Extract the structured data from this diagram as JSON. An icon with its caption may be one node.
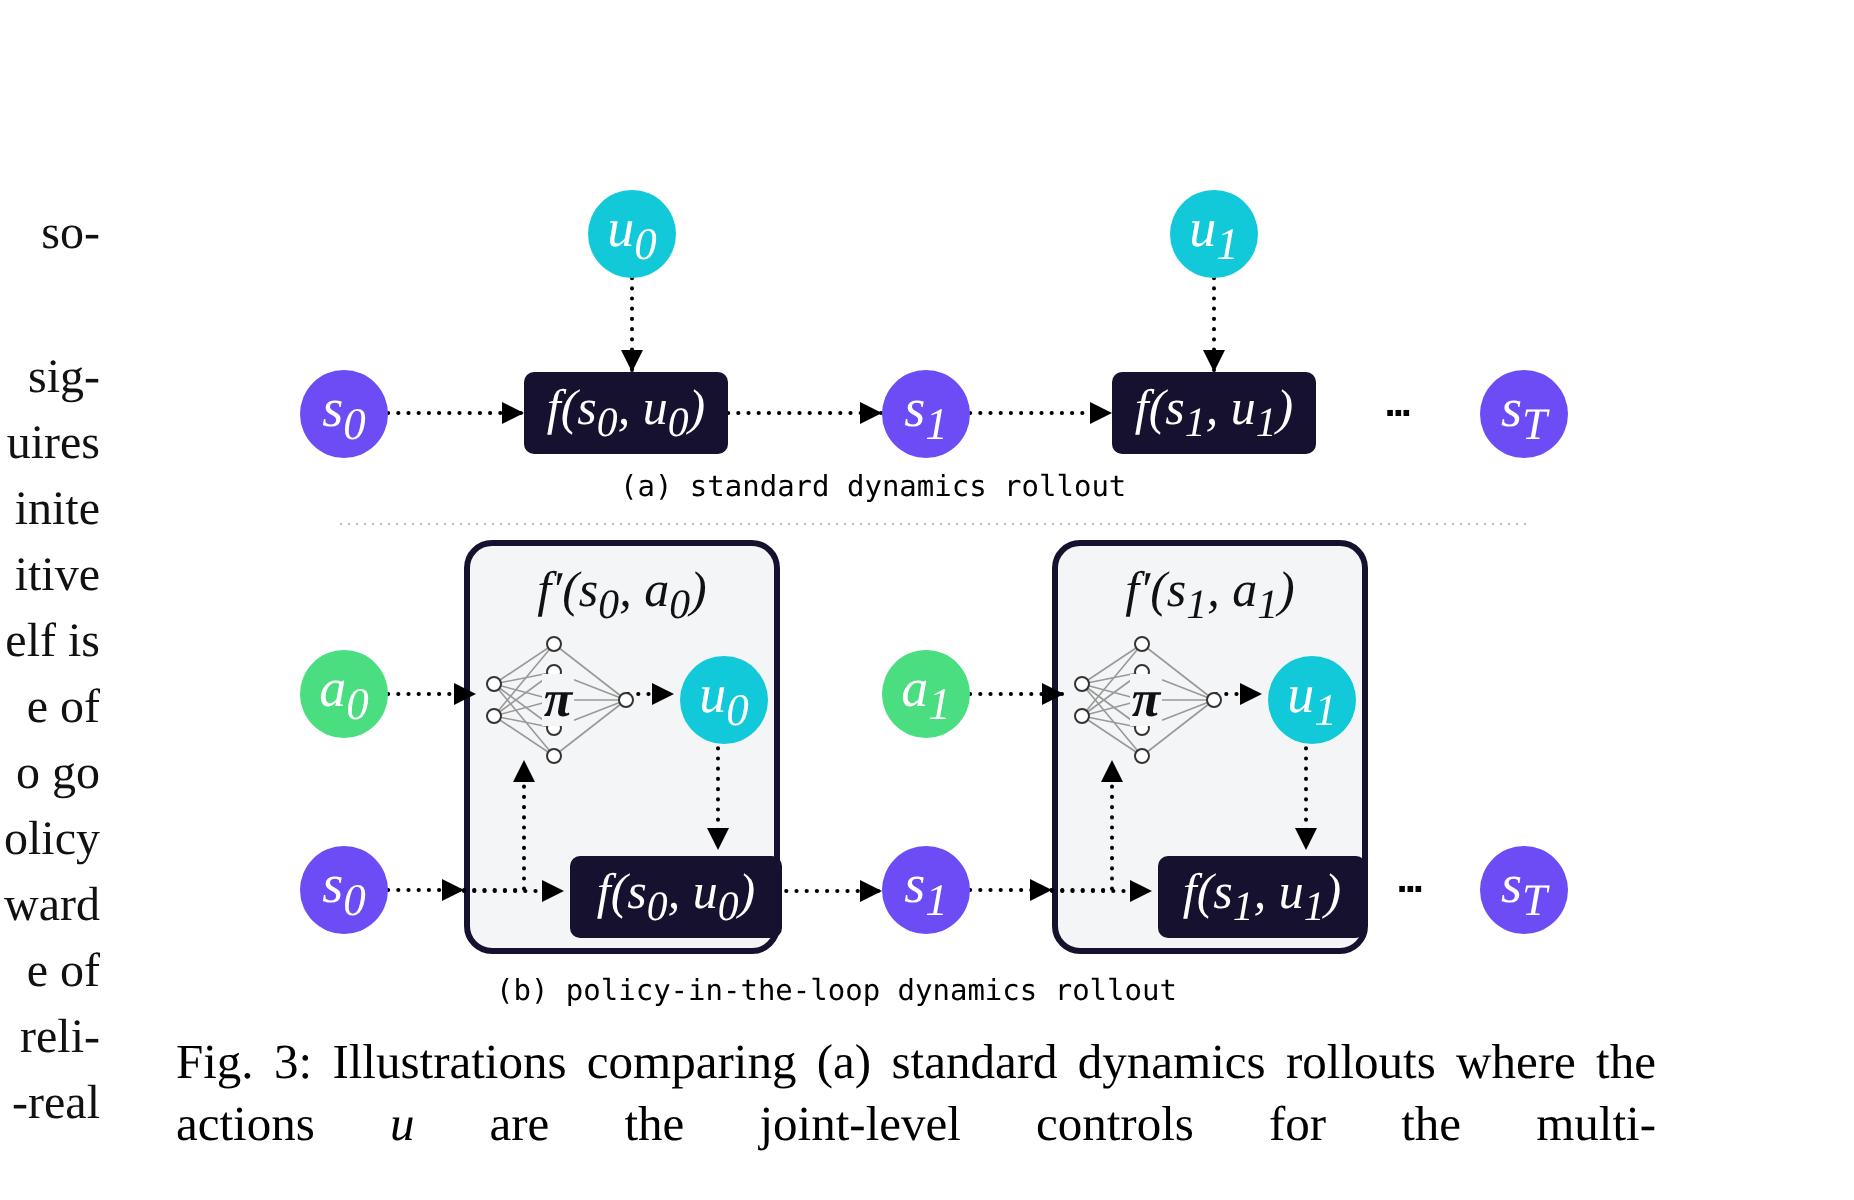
{
  "diagram": {
    "caption": "Fig. 3: Illustrations comparing (a) standard dynamics rollouts where the actions *u* are the joint-level controls for the multi-",
    "nodes": [
      {
        "text": [
          "u$_{0}$"
        ]
      },
      {
        "text": [
          "u$_{1}$"
        ]
      },
      {
        "text": [
          "s$_{0}$"
        ]
      },
      {
        "text": [
          "f(s$_{0}$, u$_{0}$)"
        ]
      },
      {
        "text": [
          "s$_{1}$"
        ]
      },
      {
        "text": [
          "f(s$_{1}$, u$_{1}$)"
        ]
      },
      {
        "text": [
          "s$_{T}$"
        ]
      },
      {
        "text": [
          "f′(s$_{0}$, a$_{0}$)"
        ]
      },
      {
        "text": [
          "π"
        ],
        "in": 7
      },
      {
        "text": [
          "u$_{0}$"
        ],
        "in": 7
      },
      {
        "text": [
          "f(s$_{0}$, u$_{0}$)"
        ],
        "in": 7
      },
      {
        "text": [
          "f′(s$_{1}$, a$_{1}$)"
        ]
      },
      {
        "text": [
          "π"
        ],
        "in": 11
      },
      {
        "text": [
          "u$_{1}$"
        ],
        "in": 11
      },
      {
        "text": [
          "f(s$_{1}$, u$_{1}$)"
        ],
        "in": 11
      },
      {
        "text": [
          "a$_{0}$"
        ]
      },
      {
        "text": [
          "s$_{0}$"
        ]
      },
      {
        "text": [
          "a$_{1}$"
        ]
      },
      {
        "text": [
          "s$_{1}$"
        ]
      },
      {
        "text": [
          "s$_{T}$"
        ]
      }
    ],
    "edges": [
      {
        "from": 2,
        "to": 3,
        "arrow": "to"
      },
      {
        "from": 0,
        "to": 3,
        "arrow": "to"
      },
      {
        "from": 3,
        "to": 4,
        "arrow": "to"
      },
      {
        "from": 4,
        "to": 5,
        "arrow": "to"
      },
      {
        "from": 1,
        "to": 5,
        "arrow": "to"
      },
      {
        "from": 15,
        "to": 8,
        "arrow": "to"
      },
      {
        "from": 8,
        "to": 9,
        "arrow": "to"
      },
      {
        "from": 9,
        "to": 10,
        "arrow": "to"
      },
      {
        "from": 16,
        "to": 7,
        "arrow": "to"
      },
      {
        "from": 7,
        "to": 10,
        "arrow": "to"
      },
      {
        "from": 7,
        "to": 8,
        "arrow": "to"
      },
      {
        "from": 10,
        "to": 18,
        "arrow": "to"
      },
      {
        "from": 18,
        "to": 11,
        "arrow": "to"
      },
      {
        "from": 11,
        "to": 14,
        "arrow": "to"
      },
      {
        "from": 11,
        "to": 12,
        "arrow": "to"
      },
      {
        "from": 17,
        "to": 12,
        "arrow": "to"
      },
      {
        "from": 12,
        "to": 13,
        "arrow": "to"
      },
      {
        "from": 13,
        "to": 14,
        "arrow": "to"
      }
    ],
    "labels": [
      "so-",
      "sig-",
      "uires",
      "inite",
      "itive",
      "elf is",
      "e of",
      "o go",
      "olicy",
      "ward",
      "e of",
      "reli-",
      "-real",
      "...",
      "(a) standard dynamics rollout",
      "...",
      "(b) policy-in-the-loop dynamics rollout"
    ]
  }
}
